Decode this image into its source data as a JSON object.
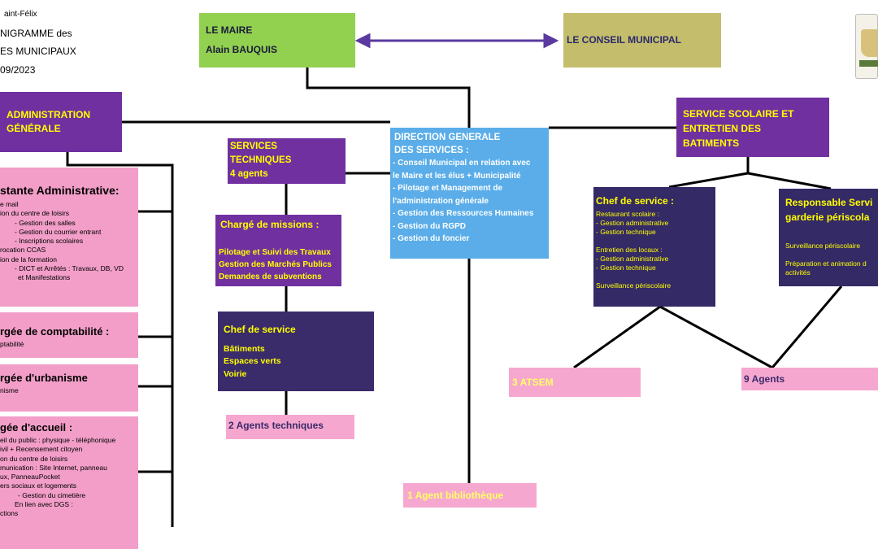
{
  "header": {
    "line1": "aint-Félix",
    "line2": "NIGRAMME des",
    "line3": "ES MUNICIPAUX",
    "line4": "09/2023"
  },
  "maire": {
    "title": "LE MAIRE",
    "name": "Alain BAUQUIS"
  },
  "conseil": {
    "title": "LE CONSEIL MUNICIPAL"
  },
  "admin": {
    "title_line1": "ADMINISTRATION",
    "title_line2": "GÉNÉRALE"
  },
  "dgs": {
    "title_line1": "DIRECTION GENERALE",
    "title_line2": "DES SERVICES :",
    "items": [
      "- Conseil Municipal en relation avec",
      "le Maire et les élus + Municipalité",
      "- Pilotage et Management de",
      "l'administration générale",
      "- Gestion des Ressources Humaines",
      "- Gestion du RGPD",
      "- Gestion du foncier"
    ]
  },
  "scolaire": {
    "line1": "SERVICE SCOLAIRE ET",
    "line2": "ENTRETIEN DES",
    "line3": "BATIMENTS"
  },
  "tech": {
    "line1": "SERVICES",
    "line2": "TECHNIQUES",
    "line3": "4 agents"
  },
  "missions": {
    "title": "Chargé de missions :",
    "items": [
      "Pilotage et Suivi des Travaux",
      "Gestion des Marchés Publics",
      "Demandes de subventions"
    ]
  },
  "chef_tech": {
    "title": "Chef de service",
    "items": [
      "Bâtiments",
      "Espaces verts",
      "Voirie"
    ]
  },
  "agents_tech": "2 Agents techniques",
  "chef_scol": {
    "title": "Chef de service :",
    "items": [
      "Restaurant scolaire :",
      "- Gestion administrative",
      "- Gestion technique",
      "",
      "Entretien des locaux :",
      "- Gestion administrative",
      "- Gestion technique",
      "",
      "Surveillance périscolaire"
    ]
  },
  "resp_garderie": {
    "title_line1": "Responsable Servi",
    "title_line2": "garderie périscola",
    "items": [
      "Surveillance périscolaire",
      "",
      "Préparation et animation d",
      "activités"
    ]
  },
  "atsem": "3 ATSEM",
  "agents9": "9 Agents",
  "bibliotheque": "1 Agent bibliothèque",
  "assistante": {
    "title": "stante Administrative:",
    "items": [
      "e mail",
      "ion du centre de loisirs",
      "- Gestion des salles",
      "- Gestion du courrier entrant",
      "- Inscriptions scolaires",
      "rocation CCAS",
      "ion de la formation",
      "- DICT et Arrêtés : Travaux, DB, VD",
      "et Manifestations"
    ]
  },
  "compta": {
    "title": "rgée de comptabilité :",
    "sub": "ptabilité"
  },
  "urbanisme": {
    "title": "rgée d'urbanisme",
    "sub": "nisme"
  },
  "accueil": {
    "title": "gée d'accueil :",
    "items": [
      "eil du public : physique - téléphonique",
      "ivil + Recensement citoyen",
      "on du centre de loisirs",
      "munication : Site Internet, panneau",
      "ux, PanneauPocket",
      "ers sociaux et logements",
      "- Gestion du cimetière",
      "En lien avec DGS :",
      "ctions"
    ]
  }
}
